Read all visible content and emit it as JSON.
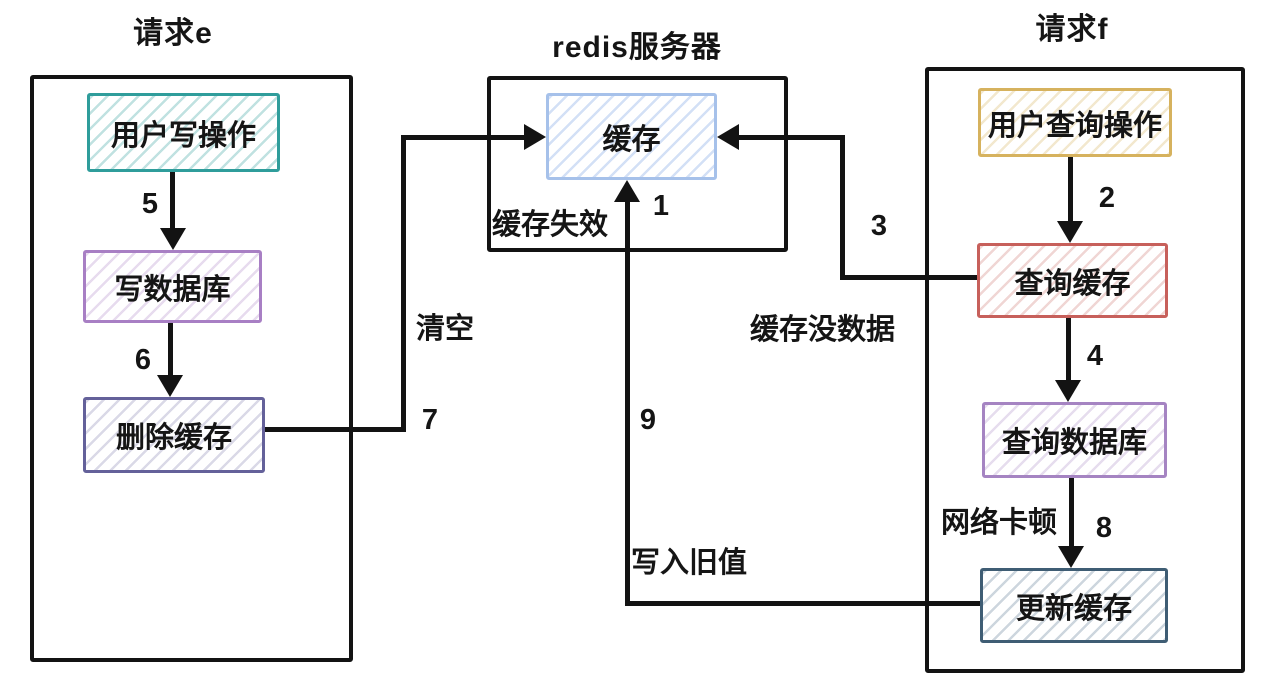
{
  "diagram": {
    "background": "#ffffff",
    "ink": "#131313",
    "containers": {
      "left": {
        "title": "请求e"
      },
      "middle": {
        "title": "redis服务器"
      },
      "right": {
        "title": "请求f"
      }
    },
    "nodes": {
      "user_write": {
        "label": "用户写操作",
        "border": "#2f9d9b",
        "hatch": "rgba(47,157,155,0.30)"
      },
      "write_db": {
        "label": "写数据库",
        "border": "#a87fc4",
        "hatch": "rgba(168,127,196,0.28)"
      },
      "delete_cache": {
        "label": "删除缓存",
        "border": "#64619a",
        "hatch": "rgba(100,97,154,0.24)"
      },
      "cache": {
        "label": "缓存",
        "border": "#a6c1ea",
        "hatch": "rgba(140,175,232,0.38)"
      },
      "user_query": {
        "label": "用户查询操作",
        "border": "#d6b25e",
        "hatch": "rgba(214,178,94,0.30)"
      },
      "query_cache": {
        "label": "查询缓存",
        "border": "#c7605b",
        "hatch": "rgba(199,96,91,0.26)"
      },
      "query_db": {
        "label": "查询数据库",
        "border": "#a584c2",
        "hatch": "rgba(165,132,194,0.28)"
      },
      "update_cache": {
        "label": "更新缓存",
        "border": "#3f5d74",
        "hatch": "rgba(90,120,145,0.30)"
      }
    },
    "edge_numbers": {
      "n1": "1",
      "n2": "2",
      "n3": "3",
      "n4": "4",
      "n5": "5",
      "n6": "6",
      "n7": "7",
      "n8": "8",
      "n9": "9"
    },
    "edge_labels": {
      "cache_invalid": "缓存失效",
      "clear": "清空",
      "cache_no_data": "缓存没数据",
      "write_old_value": "写入旧值",
      "network_lag": "网络卡顿"
    }
  }
}
